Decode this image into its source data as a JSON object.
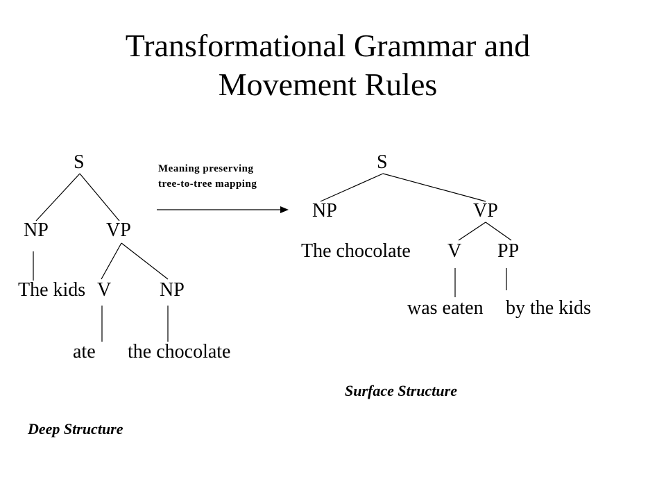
{
  "title": {
    "line1": "Transformational Grammar and",
    "line2": "Movement Rules"
  },
  "deep_structure": {
    "caption": "Deep Structure",
    "nodes": {
      "s": "S",
      "np": "NP",
      "vp": "VP",
      "np_word": "The kids",
      "v": "V",
      "np2": "NP",
      "v_word": "ate",
      "np2_word": "the chocolate"
    }
  },
  "mapping": {
    "line1": "Meaning preserving",
    "line2": "tree-to-tree mapping"
  },
  "surface_structure": {
    "caption": "Surface Structure",
    "nodes": {
      "s": "S",
      "np": "NP",
      "vp": "VP",
      "np_word": "The chocolate",
      "v": "V",
      "pp": "PP",
      "v_word": "was eaten",
      "pp_word": "by the kids"
    }
  }
}
